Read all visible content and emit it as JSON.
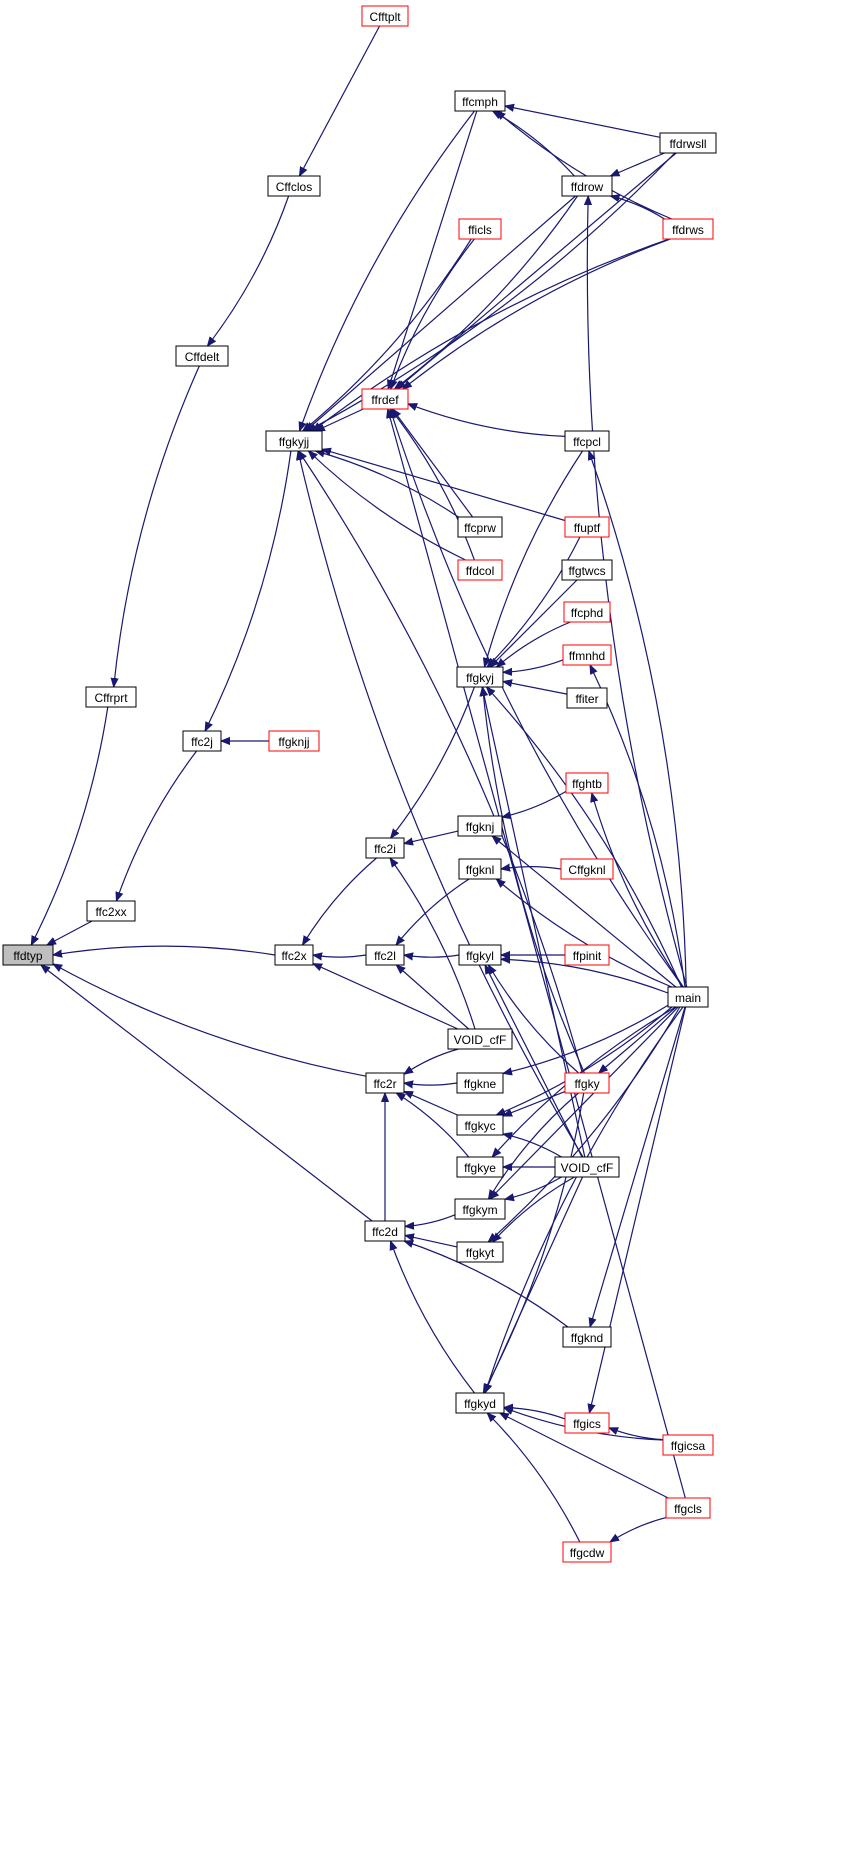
{
  "graph": {
    "edge_color": "#191970",
    "root_fill": "#bfbfbf",
    "red_border": "#ff0000",
    "nodes": [
      {
        "id": "ffdtyp",
        "label": "ffdtyp",
        "border": "black",
        "root": true
      },
      {
        "id": "Cfftplt",
        "label": "Cfftplt",
        "border": "red"
      },
      {
        "id": "Cffclos",
        "label": "Cffclos",
        "border": "black"
      },
      {
        "id": "Cffdelt",
        "label": "Cffdelt",
        "border": "black"
      },
      {
        "id": "Cffrprt",
        "label": "Cffrprt",
        "border": "black"
      },
      {
        "id": "ffc2xx",
        "label": "ffc2xx",
        "border": "black"
      },
      {
        "id": "ffc2j",
        "label": "ffc2j",
        "border": "black"
      },
      {
        "id": "ffgknjj",
        "label": "ffgknjj",
        "border": "red"
      },
      {
        "id": "ffgkyjj",
        "label": "ffgkyjj",
        "border": "black"
      },
      {
        "id": "ffcmph",
        "label": "ffcmph",
        "border": "black"
      },
      {
        "id": "ffdrwsll",
        "label": "ffdrwsll",
        "border": "black"
      },
      {
        "id": "ffdrow",
        "label": "ffdrow",
        "border": "black"
      },
      {
        "id": "ffdrws",
        "label": "ffdrws",
        "border": "red"
      },
      {
        "id": "fficls",
        "label": "fficls",
        "border": "red"
      },
      {
        "id": "ffrdef",
        "label": "ffrdef",
        "border": "red"
      },
      {
        "id": "ffcpcl",
        "label": "ffcpcl",
        "border": "black"
      },
      {
        "id": "ffcprw",
        "label": "ffcprw",
        "border": "black"
      },
      {
        "id": "ffdcol",
        "label": "ffdcol",
        "border": "red"
      },
      {
        "id": "ffuptf",
        "label": "ffuptf",
        "border": "red"
      },
      {
        "id": "ffgtwcs",
        "label": "ffgtwcs",
        "border": "black"
      },
      {
        "id": "ffcphd",
        "label": "ffcphd",
        "border": "red"
      },
      {
        "id": "ffgkyj",
        "label": "ffgkyj",
        "border": "black"
      },
      {
        "id": "ffmnhd",
        "label": "ffmnhd",
        "border": "red"
      },
      {
        "id": "ffiter",
        "label": "ffiter",
        "border": "black"
      },
      {
        "id": "ffghtb",
        "label": "ffghtb",
        "border": "red"
      },
      {
        "id": "ffgknj",
        "label": "ffgknj",
        "border": "black"
      },
      {
        "id": "ffc2i",
        "label": "ffc2i",
        "border": "black"
      },
      {
        "id": "ffgknl",
        "label": "ffgknl",
        "border": "black"
      },
      {
        "id": "Cffgknl",
        "label": "Cffgknl",
        "border": "red"
      },
      {
        "id": "ffc2x",
        "label": "ffc2x",
        "border": "black"
      },
      {
        "id": "ffc2l",
        "label": "ffc2l",
        "border": "black"
      },
      {
        "id": "ffgkyl",
        "label": "ffgkyl",
        "border": "black"
      },
      {
        "id": "ffpinit",
        "label": "ffpinit",
        "border": "red"
      },
      {
        "id": "main",
        "label": "main",
        "border": "black"
      },
      {
        "id": "VOID_cfF_1",
        "label": "VOID_cfF",
        "border": "black"
      },
      {
        "id": "ffc2r",
        "label": "ffc2r",
        "border": "black"
      },
      {
        "id": "ffgkne",
        "label": "ffgkne",
        "border": "black"
      },
      {
        "id": "ffgky",
        "label": "ffgky",
        "border": "red"
      },
      {
        "id": "ffgkyc",
        "label": "ffgkyc",
        "border": "black"
      },
      {
        "id": "ffgkye",
        "label": "ffgkye",
        "border": "black"
      },
      {
        "id": "VOID_cfF_2",
        "label": "VOID_cfF",
        "border": "black"
      },
      {
        "id": "ffc2d",
        "label": "ffc2d",
        "border": "black"
      },
      {
        "id": "ffgkym",
        "label": "ffgkym",
        "border": "black"
      },
      {
        "id": "ffgkyt",
        "label": "ffgkyt",
        "border": "black"
      },
      {
        "id": "ffgknd",
        "label": "ffgknd",
        "border": "black"
      },
      {
        "id": "ffgkyd",
        "label": "ffgkyd",
        "border": "black"
      },
      {
        "id": "ffgics",
        "label": "ffgics",
        "border": "red"
      },
      {
        "id": "ffgicsa",
        "label": "ffgicsa",
        "border": "red"
      },
      {
        "id": "ffgcls",
        "label": "ffgcls",
        "border": "red"
      },
      {
        "id": "ffgcdw",
        "label": "ffgcdw",
        "border": "red"
      }
    ],
    "edges": [
      [
        "Cffrprt",
        "ffdtyp"
      ],
      [
        "ffc2xx",
        "ffdtyp"
      ],
      [
        "ffc2x",
        "ffdtyp"
      ],
      [
        "ffc2r",
        "ffdtyp"
      ],
      [
        "ffc2d",
        "ffdtyp"
      ],
      [
        "Cffdelt",
        "Cffrprt"
      ],
      [
        "Cffclos",
        "Cffdelt"
      ],
      [
        "Cfftplt",
        "Cffclos"
      ],
      [
        "ffc2j",
        "ffc2xx"
      ],
      [
        "ffgkyjj",
        "ffc2j"
      ],
      [
        "ffgknjj",
        "ffc2j"
      ],
      [
        "ffcmph",
        "ffgkyjj"
      ],
      [
        "ffdrwsll",
        "ffgkyjj"
      ],
      [
        "ffdrow",
        "ffgkyjj"
      ],
      [
        "ffdrws",
        "ffgkyjj"
      ],
      [
        "fficls",
        "ffgkyjj"
      ],
      [
        "ffrdef",
        "ffgkyjj"
      ],
      [
        "ffcprw",
        "ffgkyjj"
      ],
      [
        "ffdcol",
        "ffgkyjj"
      ],
      [
        "ffuptf",
        "ffgkyjj"
      ],
      [
        "ffgky",
        "ffgkyjj"
      ],
      [
        "VOID_cfF_2",
        "ffgkyjj"
      ],
      [
        "ffdrwsll",
        "ffcmph"
      ],
      [
        "ffdrow",
        "ffcmph"
      ],
      [
        "ffdrws",
        "ffcmph"
      ],
      [
        "ffdrwsll",
        "ffdrow"
      ],
      [
        "ffdrws",
        "ffdrow"
      ],
      [
        "main",
        "ffdrow"
      ],
      [
        "ffcmph",
        "ffrdef"
      ],
      [
        "fficls",
        "ffrdef"
      ],
      [
        "ffdrow",
        "ffrdef"
      ],
      [
        "ffdrwsll",
        "ffrdef"
      ],
      [
        "ffdrws",
        "ffrdef"
      ],
      [
        "ffcpcl",
        "ffrdef"
      ],
      [
        "ffcprw",
        "ffrdef"
      ],
      [
        "ffdcol",
        "ffrdef"
      ],
      [
        "main",
        "ffrdef"
      ],
      [
        "ffgcls",
        "ffrdef"
      ],
      [
        "main",
        "ffcpcl"
      ],
      [
        "ffuptf",
        "ffgkyj"
      ],
      [
        "ffgtwcs",
        "ffgkyj"
      ],
      [
        "ffcphd",
        "ffgkyj"
      ],
      [
        "ffmnhd",
        "ffgkyj"
      ],
      [
        "ffiter",
        "ffgkyj"
      ],
      [
        "main",
        "ffgkyj"
      ],
      [
        "ffgky",
        "ffgkyj"
      ],
      [
        "VOID_cfF_2",
        "ffgkyj"
      ],
      [
        "ffcpcl",
        "ffgkyj"
      ],
      [
        "ffgkyj",
        "ffc2i"
      ],
      [
        "ffgknj",
        "ffc2i"
      ],
      [
        "VOID_cfF_1",
        "ffc2i"
      ],
      [
        "ffghtb",
        "ffgknj"
      ],
      [
        "main",
        "ffgknj"
      ],
      [
        "ffc2i",
        "ffc2x"
      ],
      [
        "ffc2l",
        "ffc2x"
      ],
      [
        "VOID_cfF_1",
        "ffc2x"
      ],
      [
        "ffgknl",
        "ffc2l"
      ],
      [
        "ffgkyl",
        "ffc2l"
      ],
      [
        "VOID_cfF_1",
        "ffc2l"
      ],
      [
        "Cffgknl",
        "ffgknl"
      ],
      [
        "main",
        "ffgknl"
      ],
      [
        "ffpinit",
        "ffgkyl"
      ],
      [
        "main",
        "ffgkyl"
      ],
      [
        "ffgky",
        "ffgkyl"
      ],
      [
        "VOID_cfF_2",
        "ffgkyl"
      ],
      [
        "main",
        "ffmnhd"
      ],
      [
        "main",
        "ffghtb"
      ],
      [
        "main",
        "ffgky"
      ],
      [
        "VOID_cfF_1",
        "ffc2r"
      ],
      [
        "ffgkne",
        "ffc2r"
      ],
      [
        "ffgkyc",
        "ffc2r"
      ],
      [
        "ffgkye",
        "ffc2r"
      ],
      [
        "main",
        "ffgkne"
      ],
      [
        "ffgky",
        "ffgkyc"
      ],
      [
        "VOID_cfF_2",
        "ffgkyc"
      ],
      [
        "main",
        "ffgkyc"
      ],
      [
        "VOID_cfF_2",
        "ffgkye"
      ],
      [
        "main",
        "ffgkye"
      ],
      [
        "ffgkym",
        "ffc2d"
      ],
      [
        "ffgkyt",
        "ffc2d"
      ],
      [
        "ffgknd",
        "ffc2d"
      ],
      [
        "ffgkyd",
        "ffc2d"
      ],
      [
        "ffc2d",
        "ffc2r"
      ],
      [
        "ffgky",
        "ffgkym"
      ],
      [
        "VOID_cfF_2",
        "ffgkym"
      ],
      [
        "main",
        "ffgkym"
      ],
      [
        "VOID_cfF_2",
        "ffgkyt"
      ],
      [
        "main",
        "ffgkyt"
      ],
      [
        "main",
        "ffgknd"
      ],
      [
        "ffgics",
        "ffgkyd"
      ],
      [
        "ffgicsa",
        "ffgkyd"
      ],
      [
        "ffgcls",
        "ffgkyd"
      ],
      [
        "ffgcdw",
        "ffgkyd"
      ],
      [
        "ffgky",
        "ffgkyd"
      ],
      [
        "VOID_cfF_2",
        "ffgkyd"
      ],
      [
        "main",
        "ffgkyd"
      ],
      [
        "ffgicsa",
        "ffgics"
      ],
      [
        "main",
        "ffgics"
      ],
      [
        "ffgcls",
        "ffgcdw"
      ]
    ]
  }
}
